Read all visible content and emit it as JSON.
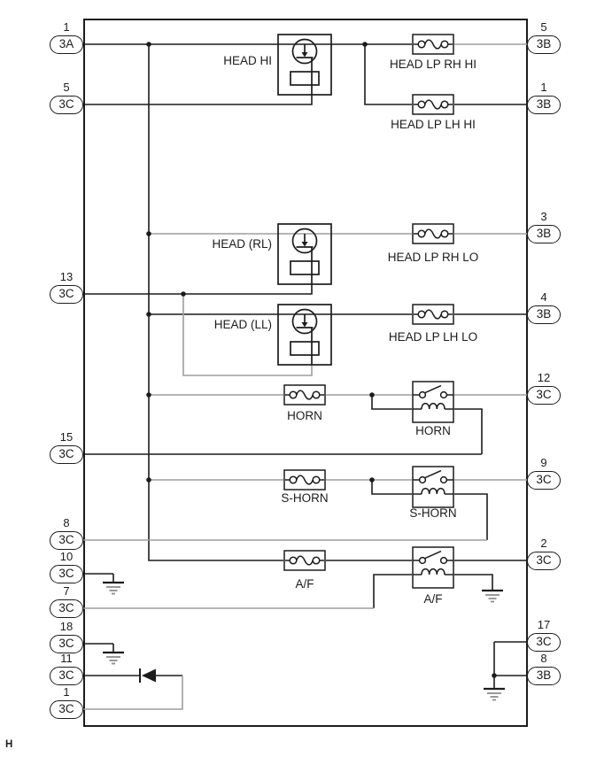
{
  "page": {
    "corner_letter": "H"
  },
  "colors": {
    "wire_primary": "#1c1c1c",
    "wire_secondary": "#9e9e9e"
  },
  "relays": {
    "head_hi": "HEAD HI",
    "head_rl": "HEAD (RL)",
    "head_ll": "HEAD (LL)",
    "horn": "HORN",
    "s_horn": "S-HORN",
    "af": "A/F"
  },
  "fuses": {
    "head_lp_rh_hi": "HEAD LP RH HI",
    "head_lp_lh_hi": "HEAD LP LH HI",
    "head_lp_rh_lo": "HEAD LP RH LO",
    "head_lp_lh_lo": "HEAD LP LH LO",
    "horn": "HORN",
    "s_horn": "S-HORN",
    "af": "A/F"
  },
  "left_connectors": [
    {
      "pin": "1",
      "label": "3A"
    },
    {
      "pin": "5",
      "label": "3C"
    },
    {
      "pin": "13",
      "label": "3C"
    },
    {
      "pin": "15",
      "label": "3C"
    },
    {
      "pin": "8",
      "label": "3C"
    },
    {
      "pin": "10",
      "label": "3C"
    },
    {
      "pin": "7",
      "label": "3C"
    },
    {
      "pin": "18",
      "label": "3C"
    },
    {
      "pin": "11",
      "label": "3C"
    },
    {
      "pin": "1",
      "label": "3C"
    }
  ],
  "right_connectors": [
    {
      "pin": "5",
      "label": "3B"
    },
    {
      "pin": "1",
      "label": "3B"
    },
    {
      "pin": "3",
      "label": "3B"
    },
    {
      "pin": "4",
      "label": "3B"
    },
    {
      "pin": "12",
      "label": "3C"
    },
    {
      "pin": "9",
      "label": "3C"
    },
    {
      "pin": "2",
      "label": "3C"
    },
    {
      "pin": "17",
      "label": "3C"
    },
    {
      "pin": "8",
      "label": "3B"
    }
  ]
}
